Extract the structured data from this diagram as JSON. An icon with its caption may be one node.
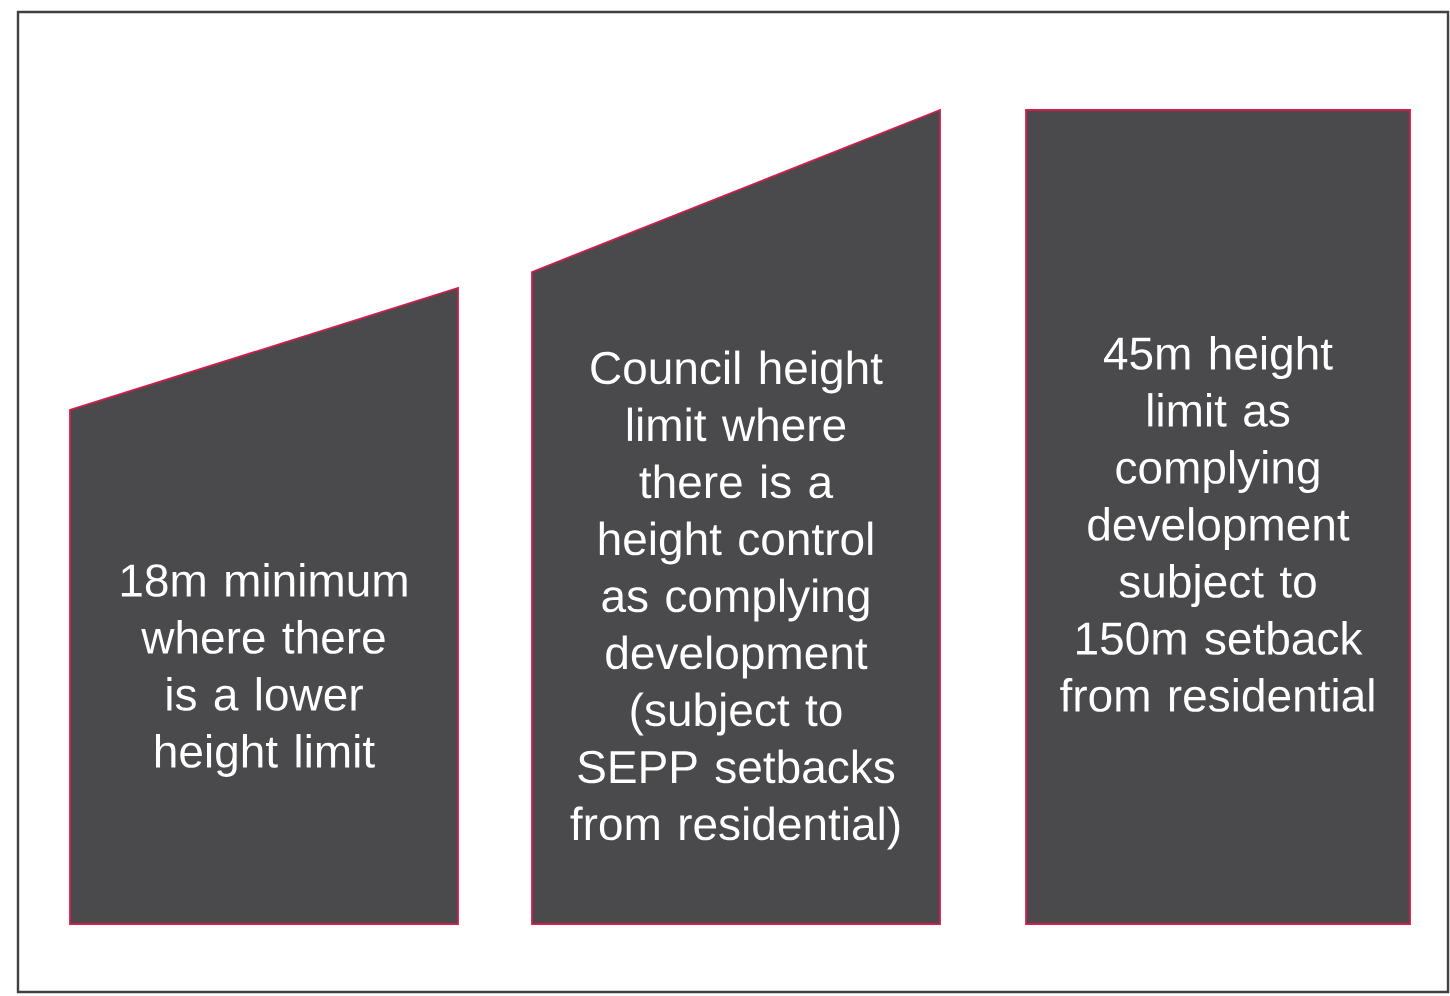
{
  "diagram": {
    "nodes": [
      {
        "text": [
          "18m minimum where there is a lower height limit"
        ]
      },
      {
        "text": [
          "Council height limit where there is a height control as complying development (subject to SEPP setbacks from residential)"
        ]
      },
      {
        "text": [
          "45m height limit as complying development subject to 150m setback from residential"
        ]
      }
    ]
  }
}
